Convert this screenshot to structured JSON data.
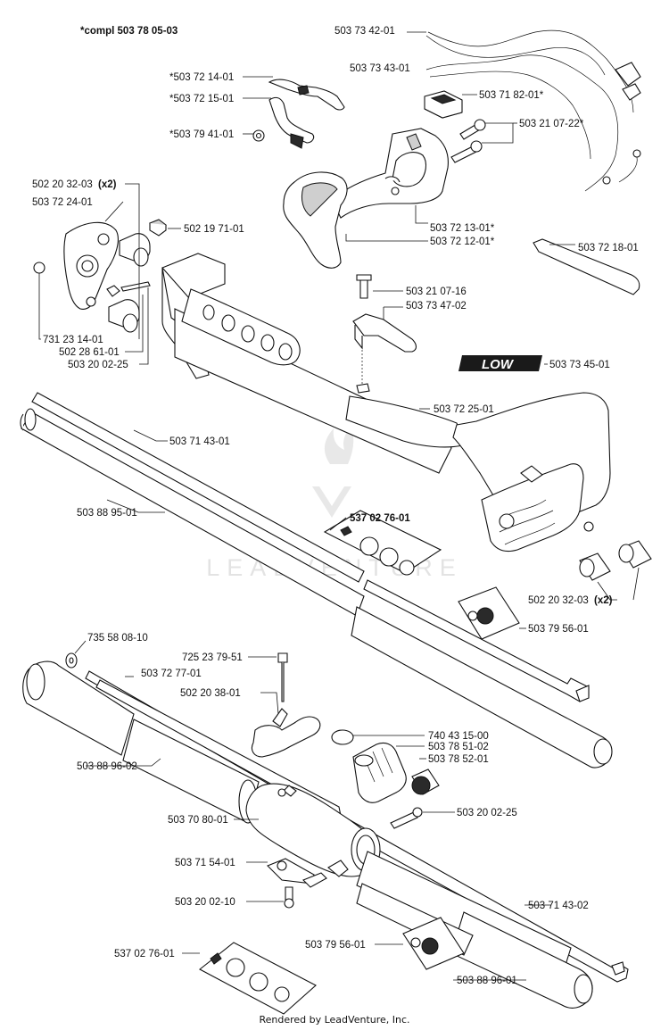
{
  "header": {
    "kit_label": "*compl 503 78 05-03"
  },
  "labels": {
    "p_503734201": "503 73 42-01",
    "p_503734301": "503 73 43-01",
    "p_503718201": "503 71 82-01*",
    "p_503210722": "503 21 07-22*",
    "p_503721401": "*503 72 14-01",
    "p_503721501": "*503 72 15-01",
    "p_503794101": "*503 79 41-01",
    "p_502203203_top_num": "502 20 32-03",
    "p_502203203_top_qty": "(x2)",
    "p_503722401": "503 72 24-01",
    "p_502197101": "502 19 71-01",
    "p_503721301": "503 72 13-01*",
    "p_503721201": "503 72 12-01*",
    "p_503721801": "503 72 18-01",
    "p_503210716": "503 21 07-16",
    "p_503734702": "503 73 47-02",
    "p_731231401": "731 23 14-01",
    "p_502286101": "502 28 61-01",
    "p_503200225_a": "503 20 02-25",
    "p_503734501": "503 73 45-01",
    "logo_text": "LOW",
    "p_503722501": "503 72 25-01",
    "p_503714301": "503 71 43-01",
    "p_503889501": "503 88 95-01",
    "p_537027601_a": "537 02 76-01",
    "p_502203203_mid_num": "502 20 32-03",
    "p_502203203_mid_qty": "(x2)",
    "p_503795601_a": "503 79 56-01",
    "p_735580810": "735 58 08-10",
    "p_725237951": "725 23 79-51",
    "p_503727701": "503 72 77-01",
    "p_502203801": "502 20 38-01",
    "p_740431500": "740 43 15-00",
    "p_503785102": "503 78 51-02",
    "p_503785201": "503 78 52-01",
    "p_503889602_a": "503 88 96-02",
    "p_503200225_b": "503 20 02-25",
    "p_503708001": "503 70 80-01",
    "p_503715401": "503 71 54-01",
    "p_503200210": "503 20 02-10",
    "p_503714302": "503 71 43-02",
    "p_503795601_b": "503 79 56-01",
    "p_537027601_b": "537 02 76-01",
    "p_503889601": "503 88 96-01"
  },
  "watermark": "LEADVENTURE",
  "footer": "Rendered by LeadVenture, Inc."
}
